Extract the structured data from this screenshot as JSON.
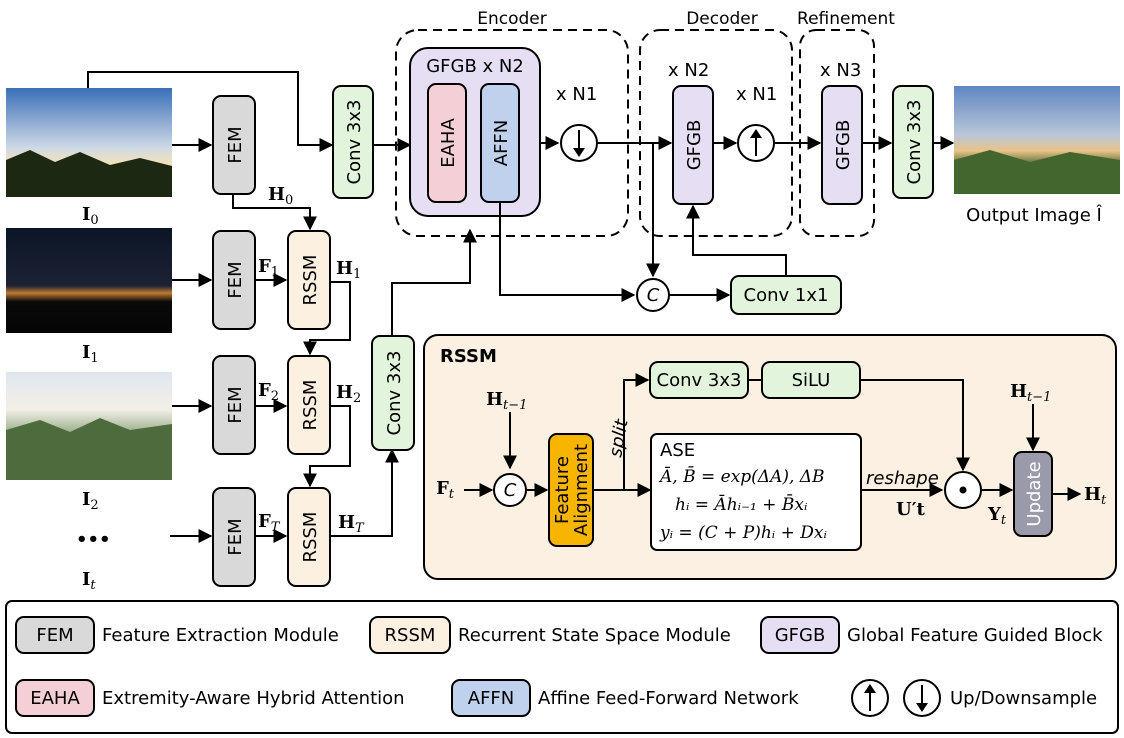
{
  "sections": {
    "encoder": "Encoder",
    "decoder": "Decoder",
    "refinement": "Refinement"
  },
  "blocks": {
    "fem": "FEM",
    "rssm": "RSSM",
    "conv3": "Conv 3x3",
    "conv1": "Conv 1x1",
    "gfgb": "GFGB",
    "gfgb_n2": "GFGB x N2",
    "eaha": "EAHA",
    "affn": "AFFN",
    "silu": "SiLU",
    "feature_alignment": [
      "Feature",
      "Alignment"
    ],
    "update": "Update",
    "concat": "C"
  },
  "repeat": {
    "n1": "x N1",
    "n2": "x N2",
    "n3": "x N3"
  },
  "images": {
    "i0": {
      "symbol": "I",
      "sub": "0"
    },
    "i1": {
      "symbol": "I",
      "sub": "1"
    },
    "i2": {
      "symbol": "I",
      "sub": "2"
    },
    "it": {
      "symbol": "I",
      "sub": "t"
    },
    "ellipsis": "•••",
    "output": "Output Image Î"
  },
  "signals": {
    "h0": {
      "sym": "H",
      "sub": "0"
    },
    "f1": {
      "sym": "F",
      "sub": "1"
    },
    "h1": {
      "sym": "H",
      "sub": "1"
    },
    "f2": {
      "sym": "F",
      "sub": "2"
    },
    "h2": {
      "sym": "H",
      "sub": "2"
    },
    "ft_small": {
      "sym": "F",
      "sub": "T"
    },
    "ht_big": {
      "sym": "H",
      "sub": "T"
    }
  },
  "rssm_detail": {
    "title": "RSSM",
    "h_prev": {
      "sym": "H",
      "sub": "t−1"
    },
    "f_t": {
      "sym": "F",
      "sub": "t"
    },
    "split": "split",
    "reshape": "reshape",
    "u_t": "U′t",
    "y_t": {
      "sym": "Y",
      "sub": "t"
    },
    "h_t": {
      "sym": "H",
      "sub": "t"
    },
    "ase_title": "ASE",
    "ase_eq1": "Ā, B̄ = exp(ΔA), ΔB",
    "ase_eq2": "hᵢ = Āhᵢ₋₁ + B̄xᵢ",
    "ase_eq3": "yᵢ = (C + P)hᵢ + Dxᵢ"
  },
  "legend": [
    {
      "key": "FEM",
      "text": "Feature Extraction Module",
      "color": "#d9d9d9"
    },
    {
      "key": "RSSM",
      "text": "Recurrent State Space Module",
      "color": "#fcf0e0"
    },
    {
      "key": "GFGB",
      "text": "Global Feature Guided Block",
      "color": "#e6dff3"
    },
    {
      "key": "EAHA",
      "text": "Extremity-Aware Hybrid Attention",
      "color": "#f4cfd6"
    },
    {
      "key": "AFFN",
      "text": "Affine Feed-Forward Network",
      "color": "#bfd1ec"
    },
    {
      "key": "",
      "text": "Up/Downsample",
      "color": "#ffffff"
    }
  ],
  "colors": {
    "fem": "#d9d9d9",
    "rssm": "#fcf0e0",
    "gfgb": "#e6dff3",
    "eaha": "#f4cfd6",
    "affn": "#bfd1ec",
    "conv": "#e2f4dc",
    "gfgb_outer": "#e6dff3",
    "rssm_panel": "#fbf0e1",
    "align": "#f7b500",
    "update": "#9a9aaa"
  }
}
